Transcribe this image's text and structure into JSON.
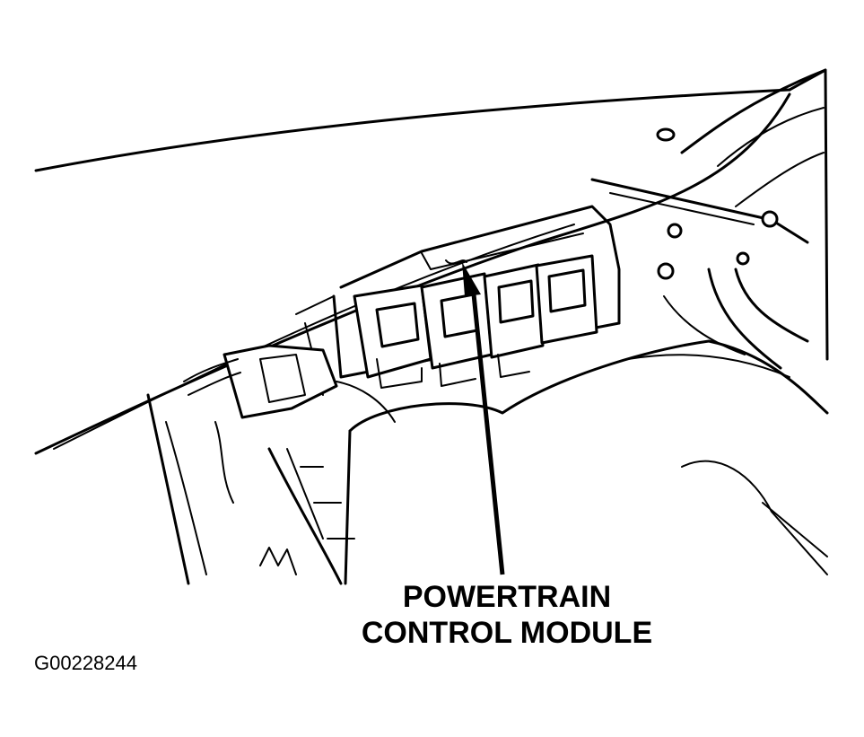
{
  "callout": {
    "line1": "POWERTRAIN",
    "line2": "CONTROL MODULE"
  },
  "figure_id": "G00228244"
}
